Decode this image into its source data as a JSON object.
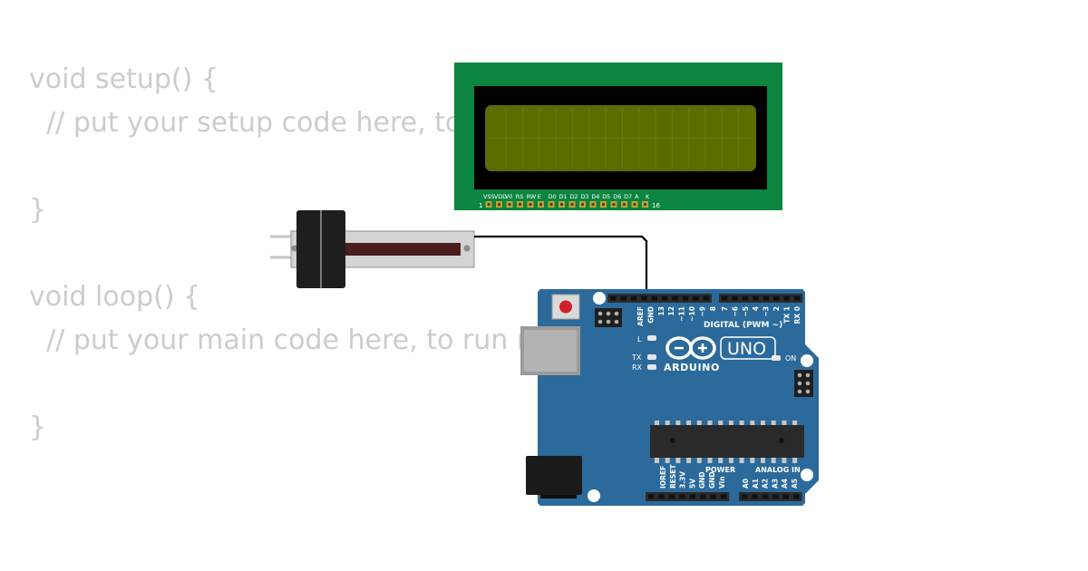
{
  "code": {
    "lines": [
      "void setup() {",
      "  // put your setup code here, to",
      "",
      "}",
      "",
      "void loop() {",
      "  // put your main code here, to run r",
      "",
      "}"
    ]
  },
  "lcd": {
    "pin_labels": [
      "VSS",
      "VDD",
      "V0",
      "RS",
      "RW",
      "E",
      "D0",
      "D1",
      "D2",
      "D3",
      "D4",
      "D5",
      "D6",
      "D7",
      "A",
      "K"
    ],
    "pin_first": "1",
    "pin_last": "16",
    "colors": {
      "board": "#0b8540",
      "bezel": "#000000",
      "screen": "#5b6d00"
    }
  },
  "arduino": {
    "brand": "ARDUINO",
    "model": "UNO",
    "on_label": "ON",
    "l_label": "L",
    "tx_label": "TX",
    "rx_label": "RX",
    "digital_label": "DIGITAL (PWM ~)",
    "power_label": "POWER",
    "analog_label": "ANALOG IN",
    "digital_pins_left": [
      "AREF",
      "GND",
      "13",
      "12",
      "~11",
      "~10",
      "~9",
      "8"
    ],
    "digital_pins_right": [
      "7",
      "~6",
      "~5",
      "4",
      "~3",
      "2",
      "TX 1",
      "RX 0"
    ],
    "power_pins": [
      "IOREF",
      "RESET",
      "3.3V",
      "5V",
      "GND",
      "GND",
      "Vin"
    ],
    "analog_pins": [
      "A0",
      "A1",
      "A2",
      "A3",
      "A4",
      "A5"
    ],
    "colors": {
      "board": "#2b6a9b",
      "accent": "#ffffff"
    }
  },
  "wire": {
    "color": "#000000"
  }
}
